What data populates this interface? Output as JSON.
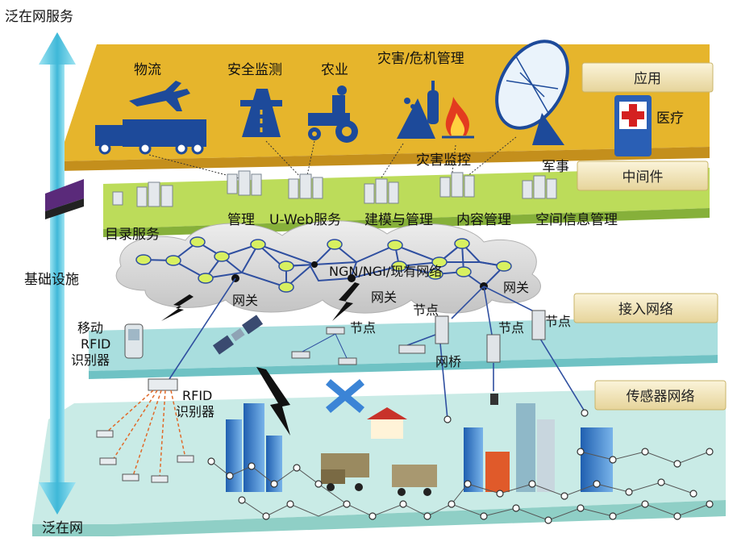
{
  "side_labels": {
    "top": "泛在网服务",
    "middle": "基础设施",
    "bottom": "泛在网"
  },
  "layer_tags": {
    "application": "应用",
    "middleware": "中间件",
    "access": "接入网络",
    "sensor": "传感器网络"
  },
  "application_layer": {
    "logistics": "物流",
    "safety": "安全监测",
    "agriculture": "农业",
    "disaster": "灾害/危机管理",
    "medical": "医疗",
    "disaster_watch": "灾害监控",
    "military": "军事"
  },
  "middleware_layer": {
    "directory": "目录服务",
    "management": "管理",
    "uweb": "U-Web服务",
    "modeling": "建模与管理",
    "content": "内容管理",
    "spatial": "空间信息管理"
  },
  "network": {
    "cloud": "NGN/NGI/现有网络",
    "gateway1": "网关",
    "gateway2": "网关",
    "gateway3": "网关",
    "node1": "节点",
    "node2": "节点",
    "node3": "节点",
    "node4": "节点",
    "bridge": "网桥",
    "mobile_rfid": [
      "移动",
      "RFID",
      "识别器"
    ],
    "rfid": [
      "RFID",
      "识别器"
    ]
  },
  "colors": {
    "app_layer": "#e8b830",
    "mid_layer": "#b7d84f",
    "access_layer": "#a8dcdc",
    "sensor_layer": "#bfe6e0",
    "tag_bg": "#f3e8bf",
    "arrow": "#5ec8e0",
    "cloud": "#d6d6d6",
    "node_fill": "#d8f060",
    "link": "#2f4fa0"
  }
}
